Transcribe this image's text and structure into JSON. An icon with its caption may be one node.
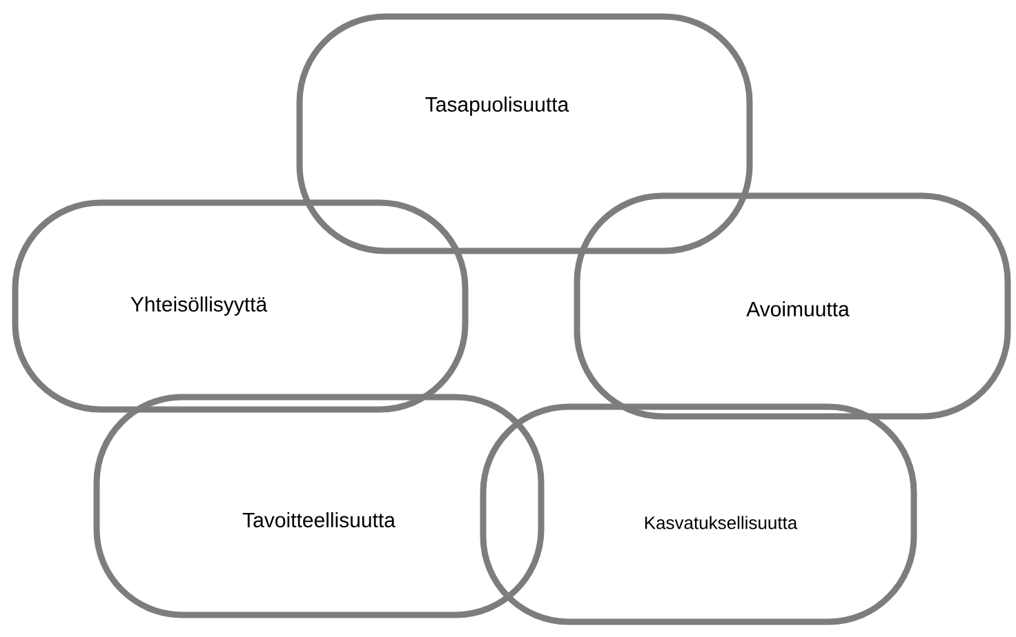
{
  "diagram": {
    "nodes": [
      {
        "text": [
          "Tasapuolisuutta"
        ]
      },
      {
        "text": [
          "Yhteisöllisyyttä"
        ]
      },
      {
        "text": [
          "Avoimuutta"
        ]
      },
      {
        "text": [
          "Tavoitteellisuutta"
        ]
      },
      {
        "text": [
          "Kasvatuksellisuutta"
        ]
      }
    ]
  }
}
